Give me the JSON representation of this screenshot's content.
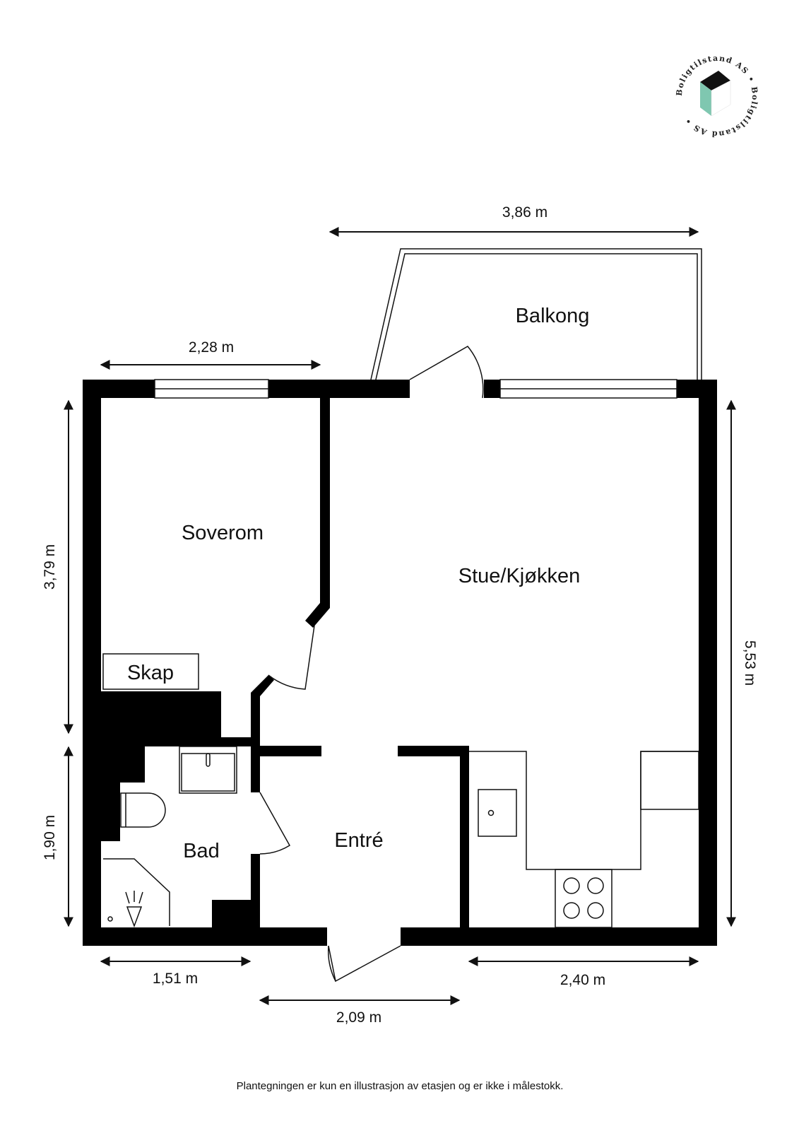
{
  "logo": {
    "text": "Boligtilstand AS • Boligtilstand AS •",
    "accent": "#7fc7b0"
  },
  "rooms": {
    "balkong": "Balkong",
    "soverom": "Soverom",
    "stue_kjokken": "Stue/Kjøkken",
    "skap": "Skap",
    "bad": "Bad",
    "entre": "Entré"
  },
  "dimensions": {
    "top_balcony": "3,86 m",
    "top_bedroom": "2,28 m",
    "left_upper": "3,79 m",
    "left_lower": "1,90 m",
    "right": "5,53 m",
    "bottom_left": "1,51 m",
    "bottom_middle": "2,09 m",
    "bottom_right": "2,40 m"
  },
  "footer": "Plantegningen er kun en illustrasjon av etasjen og er ikke i målestokk."
}
